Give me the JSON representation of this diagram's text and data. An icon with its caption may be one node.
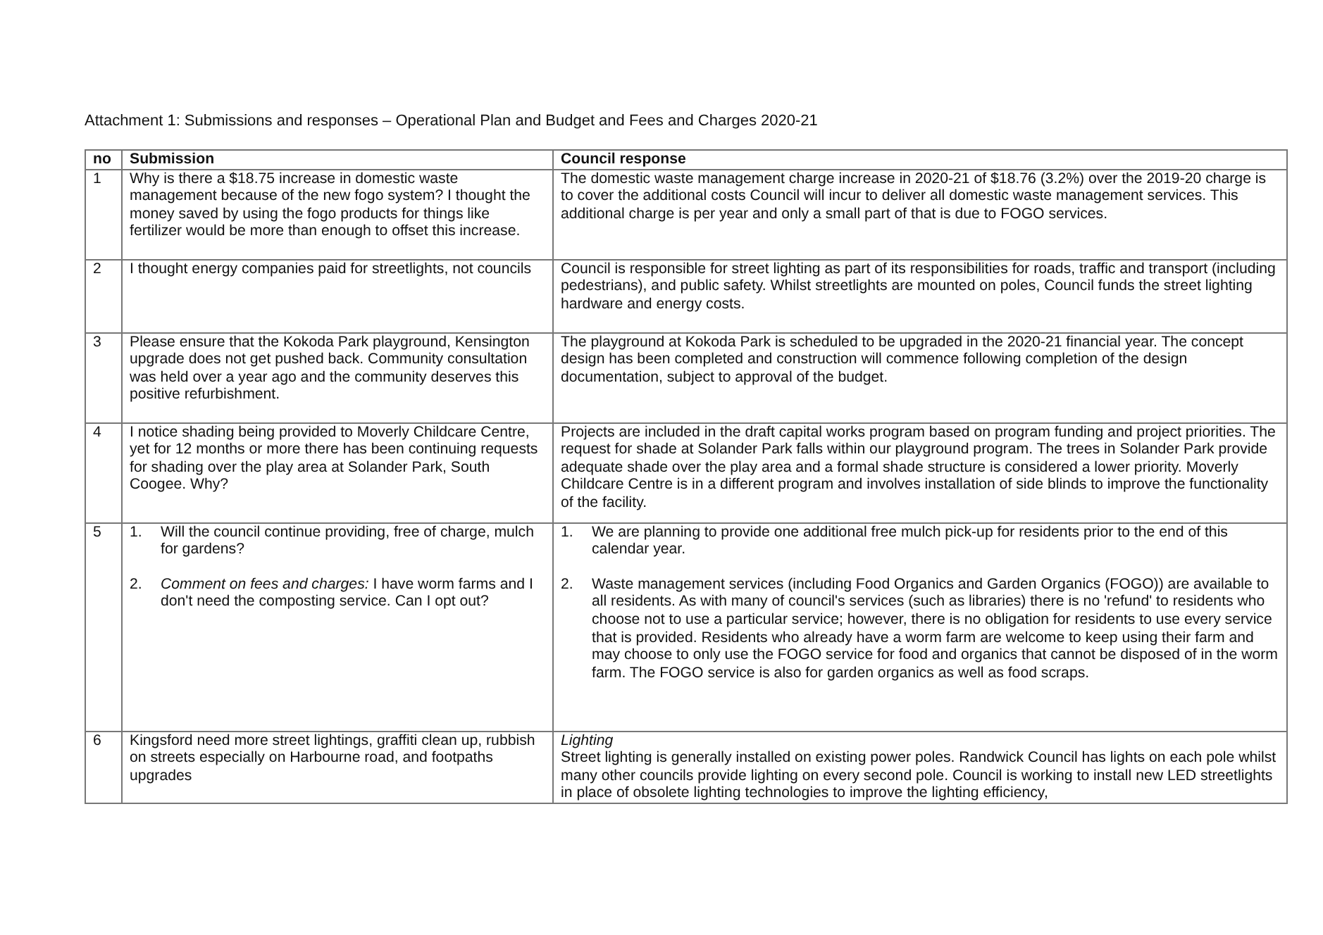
{
  "diagram": {
    "title": "Attachment 1:  Submissions and responses – Operational Plan and Budget and Fees and Charges 2020-21",
    "labels": [
      "no",
      "Submission",
      "Council response",
      "1",
      "Why is there a $18.75 increase in domestic waste management because of the new fogo system? I thought the money saved by using the fogo products for things like fertilizer would be more than enough to offset this increase.",
      "The domestic waste management charge increase in 2020-21 of $18.76 (3.2%) over the 2019-20 charge is to cover the additional costs Council will incur to deliver all domestic waste management services. This additional charge is per year and only a small part of that is due to FOGO services.",
      "2",
      "I thought energy companies paid for streetlights, not councils",
      "Council is responsible for street lighting as part of its responsibilities for roads, traffic and transport (including pedestrians), and public safety. Whilst streetlights are mounted on poles, Council funds the street lighting hardware and energy costs.",
      "3",
      "Please ensure that the Kokoda Park playground, Kensington upgrade does not get pushed back. Community consultation was held over a year ago and the community deserves this positive refurbishment.",
      "The playground at Kokoda Park is scheduled to be upgraded in the 2020-21 financial year.  The concept design has been completed and construction will commence following completion of the design documentation, subject to approval of the budget.",
      "4",
      "I notice shading being provided to Moverly Childcare Centre, yet for 12 months or more there has been continuing requests for shading over the play area at Solander Park, South Coogee. Why?",
      "Projects are included in the draft capital works program based on program funding and project priorities.  The request for shade at Solander Park falls within our playground program. The trees in Solander Park provide adequate shade over the play area and a formal shade structure is considered a lower priority.  Moverly Childcare Centre is in a different program and involves installation of side blinds to improve the functionality of the facility.",
      "5",
      "1.",
      "Will the council continue providing, free of charge, mulch for gardens?",
      "2.",
      "*Comment on fees and charges:* I have worm farms and I don't need the composting service. Can I opt out?",
      "1.",
      "We are planning to provide one additional free mulch pick-up for residents prior to the end of this calendar year.",
      "2.",
      "Waste management services (including Food Organics and Garden Organics (FOGO)) are available to all residents. As with many of council's services (such as libraries) there is no 'refund' to residents who choose not to use a particular service; however, there is no obligation for residents to use every service that is provided. Residents who already have a worm farm are welcome to keep using their farm and may choose to only use the FOGO service for food and organics that cannot be disposed of in the worm farm. The FOGO service is also for garden organics as well as food scraps.",
      "6",
      "Kingsford need more street lightings, graffiti clean up, rubbish on streets especially on Harbourne road, and footpaths upgrades",
      "Lighting",
      "Street lighting is generally installed on existing power poles. Randwick Council has lights on each pole whilst many other councils provide lighting on every second pole. Council is working to install new LED streetlights in place of obsolete lighting technologies to improve the lighting efficiency,"
    ]
  }
}
